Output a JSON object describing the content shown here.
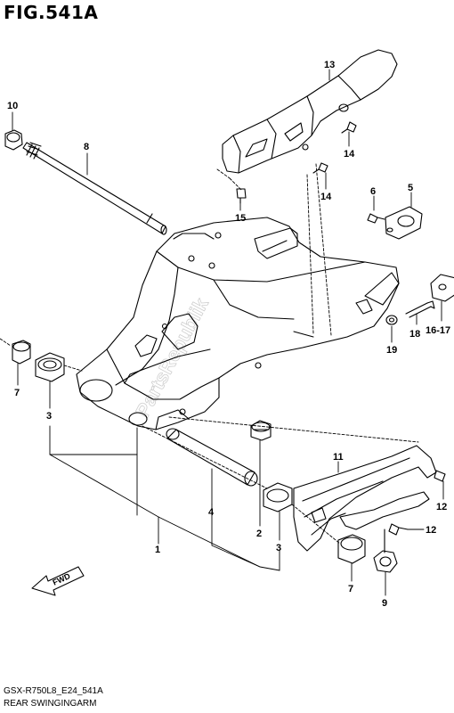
{
  "figure": {
    "title": "FIG.541A"
  },
  "footer": {
    "code": "GSX-R750L8_E24_541A",
    "name": "REAR SWINGINGARM"
  },
  "watermark": {
    "text": "PartsRepublik"
  },
  "direction_marker": {
    "text": "FWD"
  },
  "callouts": [
    {
      "id": "c-13",
      "text": "13"
    },
    {
      "id": "c-10",
      "text": "10"
    },
    {
      "id": "c-8",
      "text": "8"
    },
    {
      "id": "c-14a",
      "text": "14"
    },
    {
      "id": "c-14b",
      "text": "14"
    },
    {
      "id": "c-6",
      "text": "6"
    },
    {
      "id": "c-5",
      "text": "5"
    },
    {
      "id": "c-15",
      "text": "15"
    },
    {
      "id": "c-18",
      "text": "18"
    },
    {
      "id": "c-1617",
      "text": "16-17"
    },
    {
      "id": "c-19",
      "text": "19"
    },
    {
      "id": "c-7a",
      "text": "7"
    },
    {
      "id": "c-3a",
      "text": "3"
    },
    {
      "id": "c-11",
      "text": "11"
    },
    {
      "id": "c-12a",
      "text": "12"
    },
    {
      "id": "c-12b",
      "text": "12"
    },
    {
      "id": "c-4",
      "text": "4"
    },
    {
      "id": "c-2",
      "text": "2"
    },
    {
      "id": "c-3b",
      "text": "3"
    },
    {
      "id": "c-1",
      "text": "1"
    },
    {
      "id": "c-7b",
      "text": "7"
    },
    {
      "id": "c-9",
      "text": "9"
    }
  ]
}
